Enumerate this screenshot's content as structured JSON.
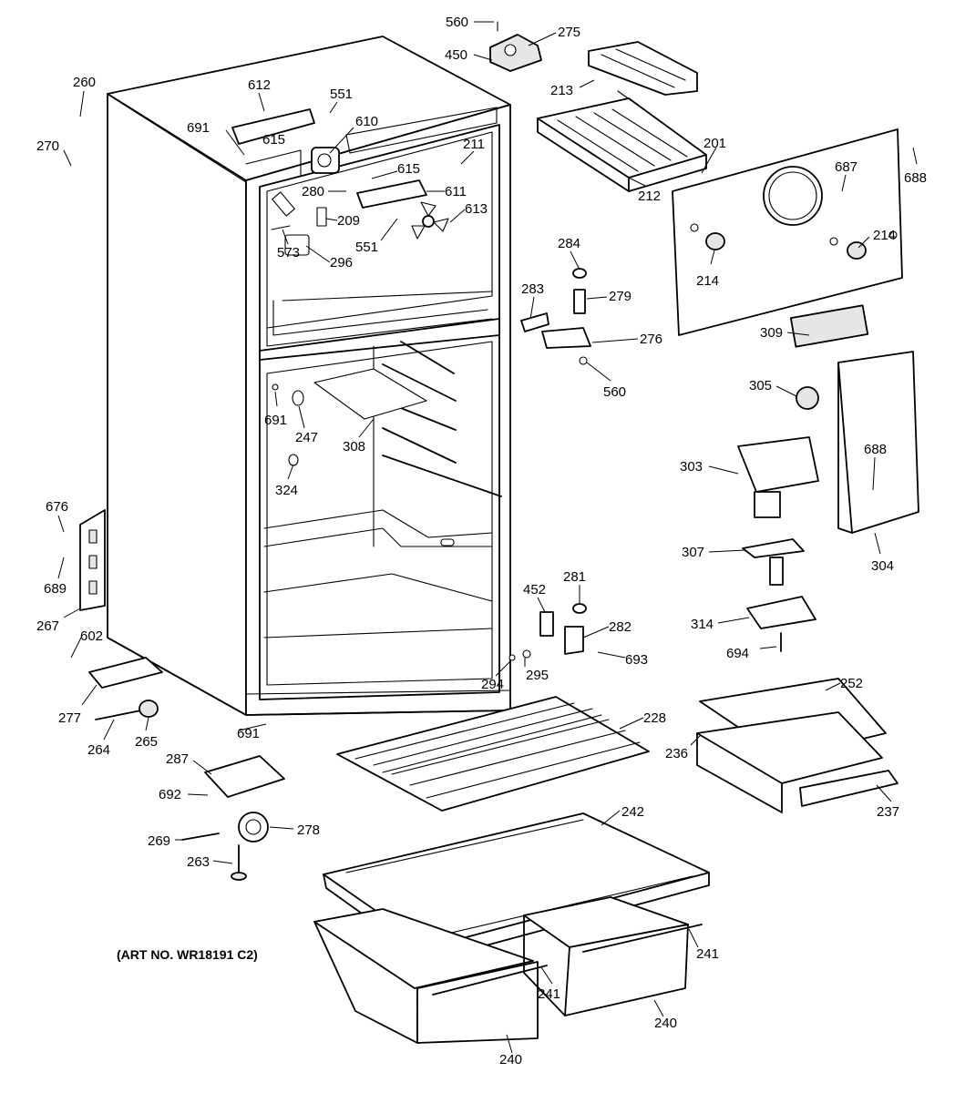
{
  "art_number": "(ART NO. WR18191 C2)",
  "labels": {
    "p560a": "560",
    "p275": "275",
    "p450": "450",
    "p213": "213",
    "p260": "260",
    "p270": "270",
    "p612": "612",
    "p551a": "551",
    "p610": "610",
    "p691a": "691",
    "p615a": "615",
    "p615b": "615",
    "p211": "211",
    "p280": "280",
    "p611": "611",
    "p209": "209",
    "p613": "613",
    "p573": "573",
    "p296": "296",
    "p551b": "551",
    "p212": "212",
    "p201": "201",
    "p687": "687",
    "p688a": "688",
    "p214a": "214",
    "p214b": "214",
    "p284": "284",
    "p283": "283",
    "p279": "279",
    "p276": "276",
    "p560b": "560",
    "p309": "309",
    "p305": "305",
    "p691b": "691",
    "p247": "247",
    "p308": "308",
    "p324": "324",
    "p303": "303",
    "p688b": "688",
    "p304": "304",
    "p307": "307",
    "p676": "676",
    "p689": "689",
    "p267": "267",
    "p602": "602",
    "p452": "452",
    "p281": "281",
    "p282": "282",
    "p314": "314",
    "p693": "693",
    "p694": "694",
    "p294": "294",
    "p295": "295",
    "p277": "277",
    "p264": "264",
    "p265": "265",
    "p691c": "691",
    "p228": "228",
    "p252": "252",
    "p236": "236",
    "p237": "237",
    "p287": "287",
    "p692": "692",
    "p278": "278",
    "p269": "269",
    "p263": "263",
    "p242": "242",
    "p241a": "241",
    "p241b": "241",
    "p240a": "240",
    "p240b": "240"
  }
}
